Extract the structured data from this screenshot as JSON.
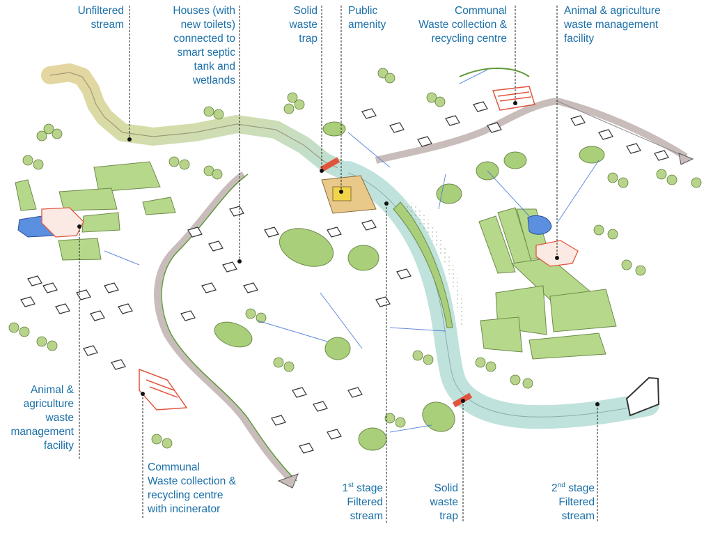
{
  "colors": {
    "label": "#1a6fa8",
    "stream_unfiltered": "#d9cf9a",
    "stream_filtered": "#bfe0dd",
    "wetland": "#a9cf7a",
    "trees": "#b7d48a",
    "road": "#c9bfbf",
    "waste_centre": "#e0553d",
    "pipes": "#3b6fd6",
    "pond": "#5b8fe0",
    "amenity": "#f0c94a",
    "houses": "#ffffff"
  },
  "labels": {
    "unfiltered_stream": [
      "Unfiltered",
      "stream"
    ],
    "houses_toilets": [
      "Houses (with",
      "new toilets)",
      "connected to",
      "smart septic",
      "tank and",
      "wetlands"
    ],
    "solid_trap_top": [
      "Solid",
      "waste",
      "trap"
    ],
    "public_amenity": [
      "Public",
      "amenity"
    ],
    "communal_top": [
      "Communal",
      "Waste collection &",
      "recycling centre"
    ],
    "animal_top": [
      "Animal & agriculture",
      "waste management",
      "facility"
    ],
    "animal_left": [
      "Animal &",
      "agriculture",
      "waste",
      "management",
      "facility"
    ],
    "communal_bottom": [
      "Communal",
      "Waste collection &",
      "recycling centre",
      "with incinerator"
    ],
    "first_stage": {
      "ordinal": "1",
      "sup": "st",
      "rest": " stage",
      "line2": "Filtered",
      "line3": "stream"
    },
    "solid_trap_bottom": [
      "Solid",
      "waste",
      "trap"
    ],
    "second_stage": {
      "ordinal": "2",
      "sup": "nd",
      "rest": " stage",
      "line2": "Filtered",
      "line3": "stream"
    }
  }
}
